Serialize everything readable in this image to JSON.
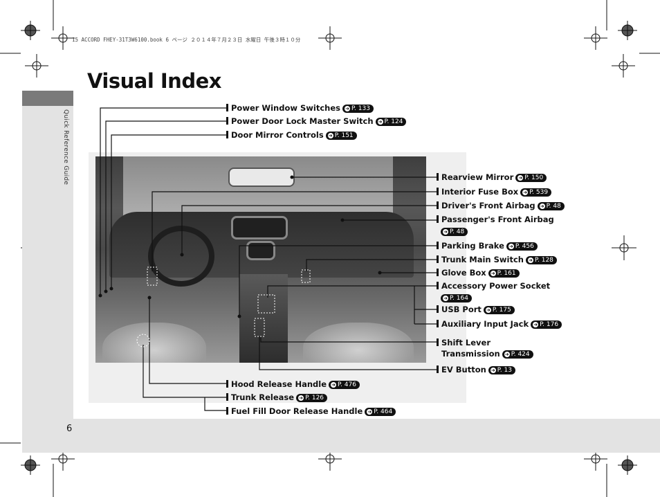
{
  "print_header": "15 ACCORD FHEY-31T3W6100.book  6 ページ  ２０１４年７月２３日  水曜日  午後３時１０分",
  "sidebar": {
    "section": "Quick Reference Guide"
  },
  "title": "Visual Index",
  "page_number": "6",
  "labels": {
    "power_window": {
      "text": "Power Window Switches",
      "ref": "P. 133"
    },
    "door_lock": {
      "text": "Power Door Lock Master Switch",
      "ref": "P. 124"
    },
    "door_mirror": {
      "text": "Door Mirror Controls",
      "ref": "P. 151"
    },
    "rearview": {
      "text": "Rearview Mirror",
      "ref": "P. 150"
    },
    "fuse": {
      "text": "Interior Fuse Box",
      "ref": "P. 539"
    },
    "driver_airbag": {
      "text": "Driver's Front Airbag",
      "ref": "P. 48"
    },
    "pass_airbag": {
      "text": "Passenger's Front Airbag",
      "ref": "P. 48"
    },
    "parking_brake": {
      "text": "Parking Brake",
      "ref": "P. 456"
    },
    "trunk_main": {
      "text": "Trunk Main Switch",
      "ref": "P. 128"
    },
    "glove": {
      "text": "Glove Box",
      "ref": "P. 161"
    },
    "accessory": {
      "text": "Accessory Power Socket",
      "ref": "P. 164"
    },
    "usb": {
      "text": "USB Port",
      "ref": "P. 175"
    },
    "aux": {
      "text": "Auxiliary Input Jack",
      "ref": "P. 176"
    },
    "shift_1": {
      "text": "Shift Lever"
    },
    "shift_2": {
      "text": "Transmission",
      "ref": "P. 424"
    },
    "ev": {
      "text": "EV Button",
      "ref": "P. 13"
    },
    "hood": {
      "text": "Hood Release Handle",
      "ref": "P. 476"
    },
    "trunk_release": {
      "text": "Trunk Release",
      "ref": "P. 126"
    },
    "fuel": {
      "text": "Fuel Fill Door Release Handle",
      "ref": "P. 464"
    }
  },
  "icons": {
    "ref_arrow": "arrow-right-icon",
    "registration": "crosshair-registration-icon"
  }
}
